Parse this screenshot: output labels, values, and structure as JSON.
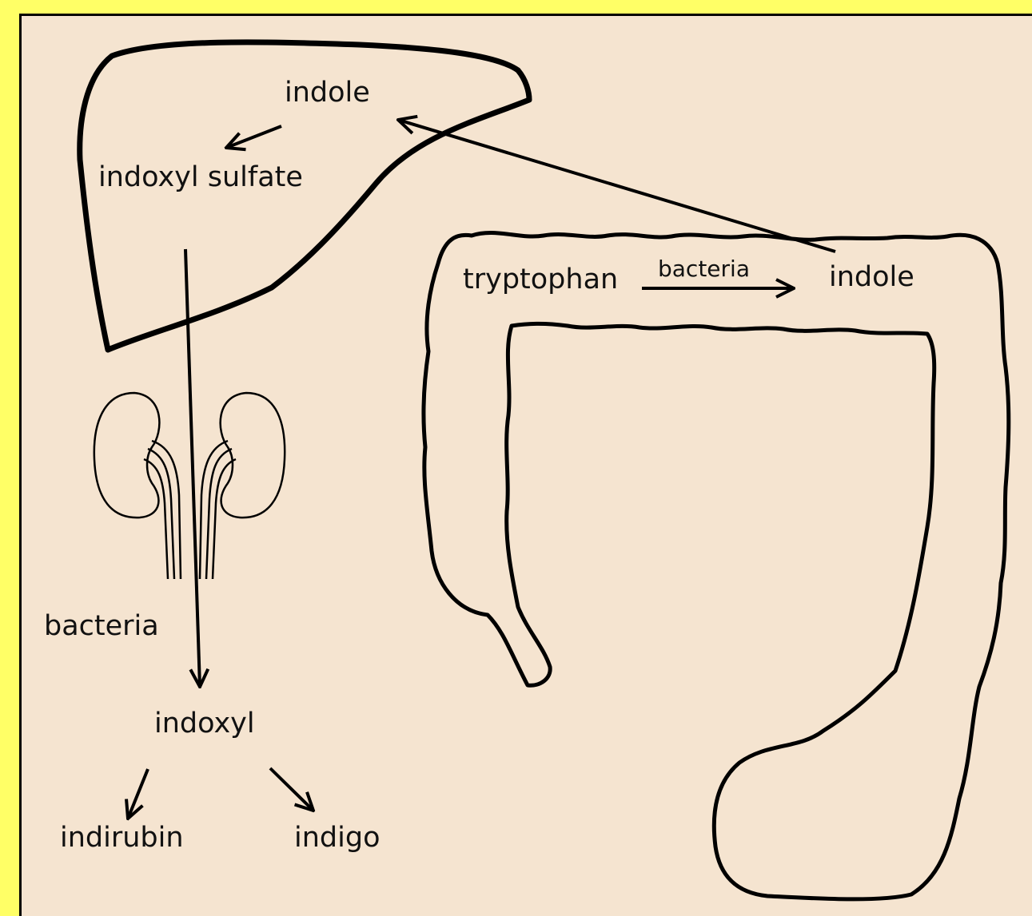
{
  "figure": {
    "colors": {
      "border": "#ffff66",
      "background": "#f5e4d0",
      "ink": "#000000"
    },
    "organs": [
      "liver-icon",
      "kidneys-icon",
      "colon-icon"
    ],
    "labels": {
      "liver_indole": "indole",
      "indoxyl_sulfate": "indoxyl sulfate",
      "tryptophan": "tryptophan",
      "bacteria_colon": "bacteria",
      "colon_indole": "indole",
      "bacteria_urine": "bacteria",
      "indoxyl": "indoxyl",
      "indirubin": "indirubin",
      "indigo": "indigo"
    }
  }
}
